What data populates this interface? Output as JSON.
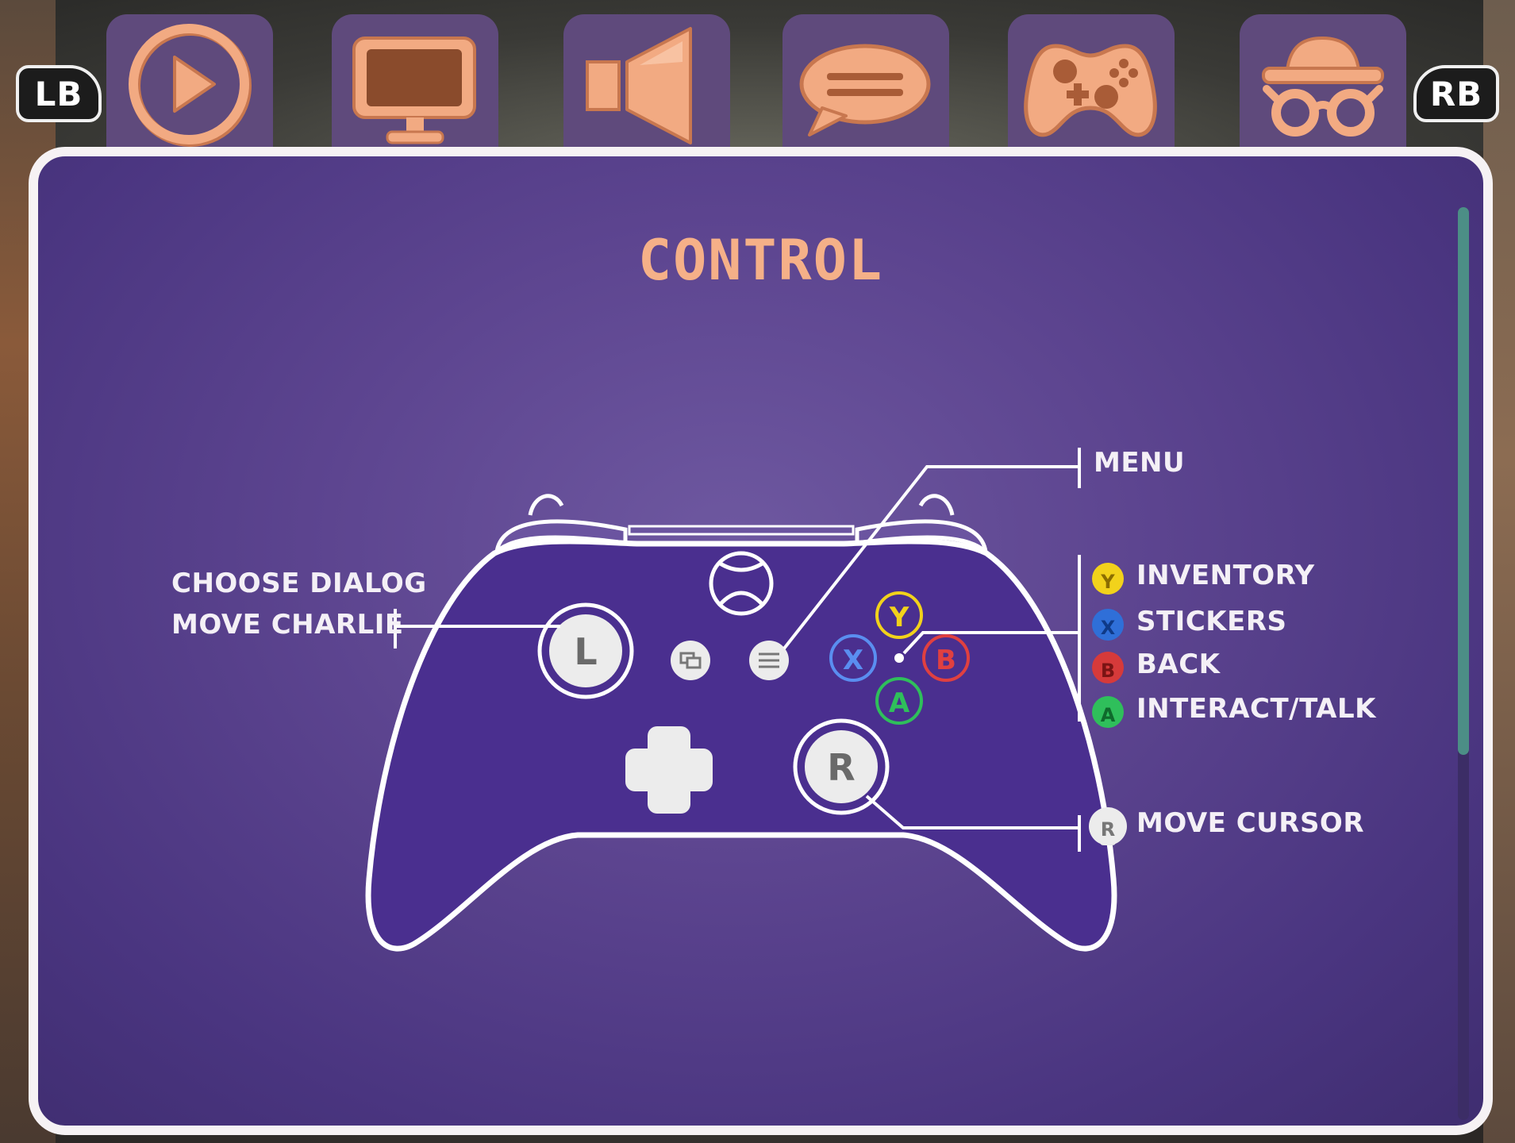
{
  "nav": {
    "lb_label": "LB",
    "rb_label": "RB",
    "tabs": [
      {
        "icon": "play-icon"
      },
      {
        "icon": "monitor-icon"
      },
      {
        "icon": "speaker-icon"
      },
      {
        "icon": "speech-bubble-icon"
      },
      {
        "icon": "gamepad-icon"
      },
      {
        "icon": "detective-hat-glasses-icon"
      }
    ]
  },
  "panel": {
    "title": "CONTROL"
  },
  "controls": {
    "left_stick_line1": "CHOOSE DIALOG",
    "left_stick_line2": "MOVE CHARLIE",
    "menu": "MENU",
    "y": "INVENTORY",
    "x": "STICKERS",
    "b": "BACK",
    "a": "INTERACT/TALK",
    "right_stick": "MOVE CURSOR"
  },
  "buttons": {
    "y_letter": "Y",
    "x_letter": "X",
    "b_letter": "B",
    "a_letter": "A",
    "l_letter": "L",
    "r_letter": "R"
  },
  "colors": {
    "accent": "#f5b088",
    "panel": "#5d4590",
    "y": "#f2d21b",
    "x": "#2f6fd8",
    "b": "#d63a3a",
    "a": "#2fbf5b"
  }
}
